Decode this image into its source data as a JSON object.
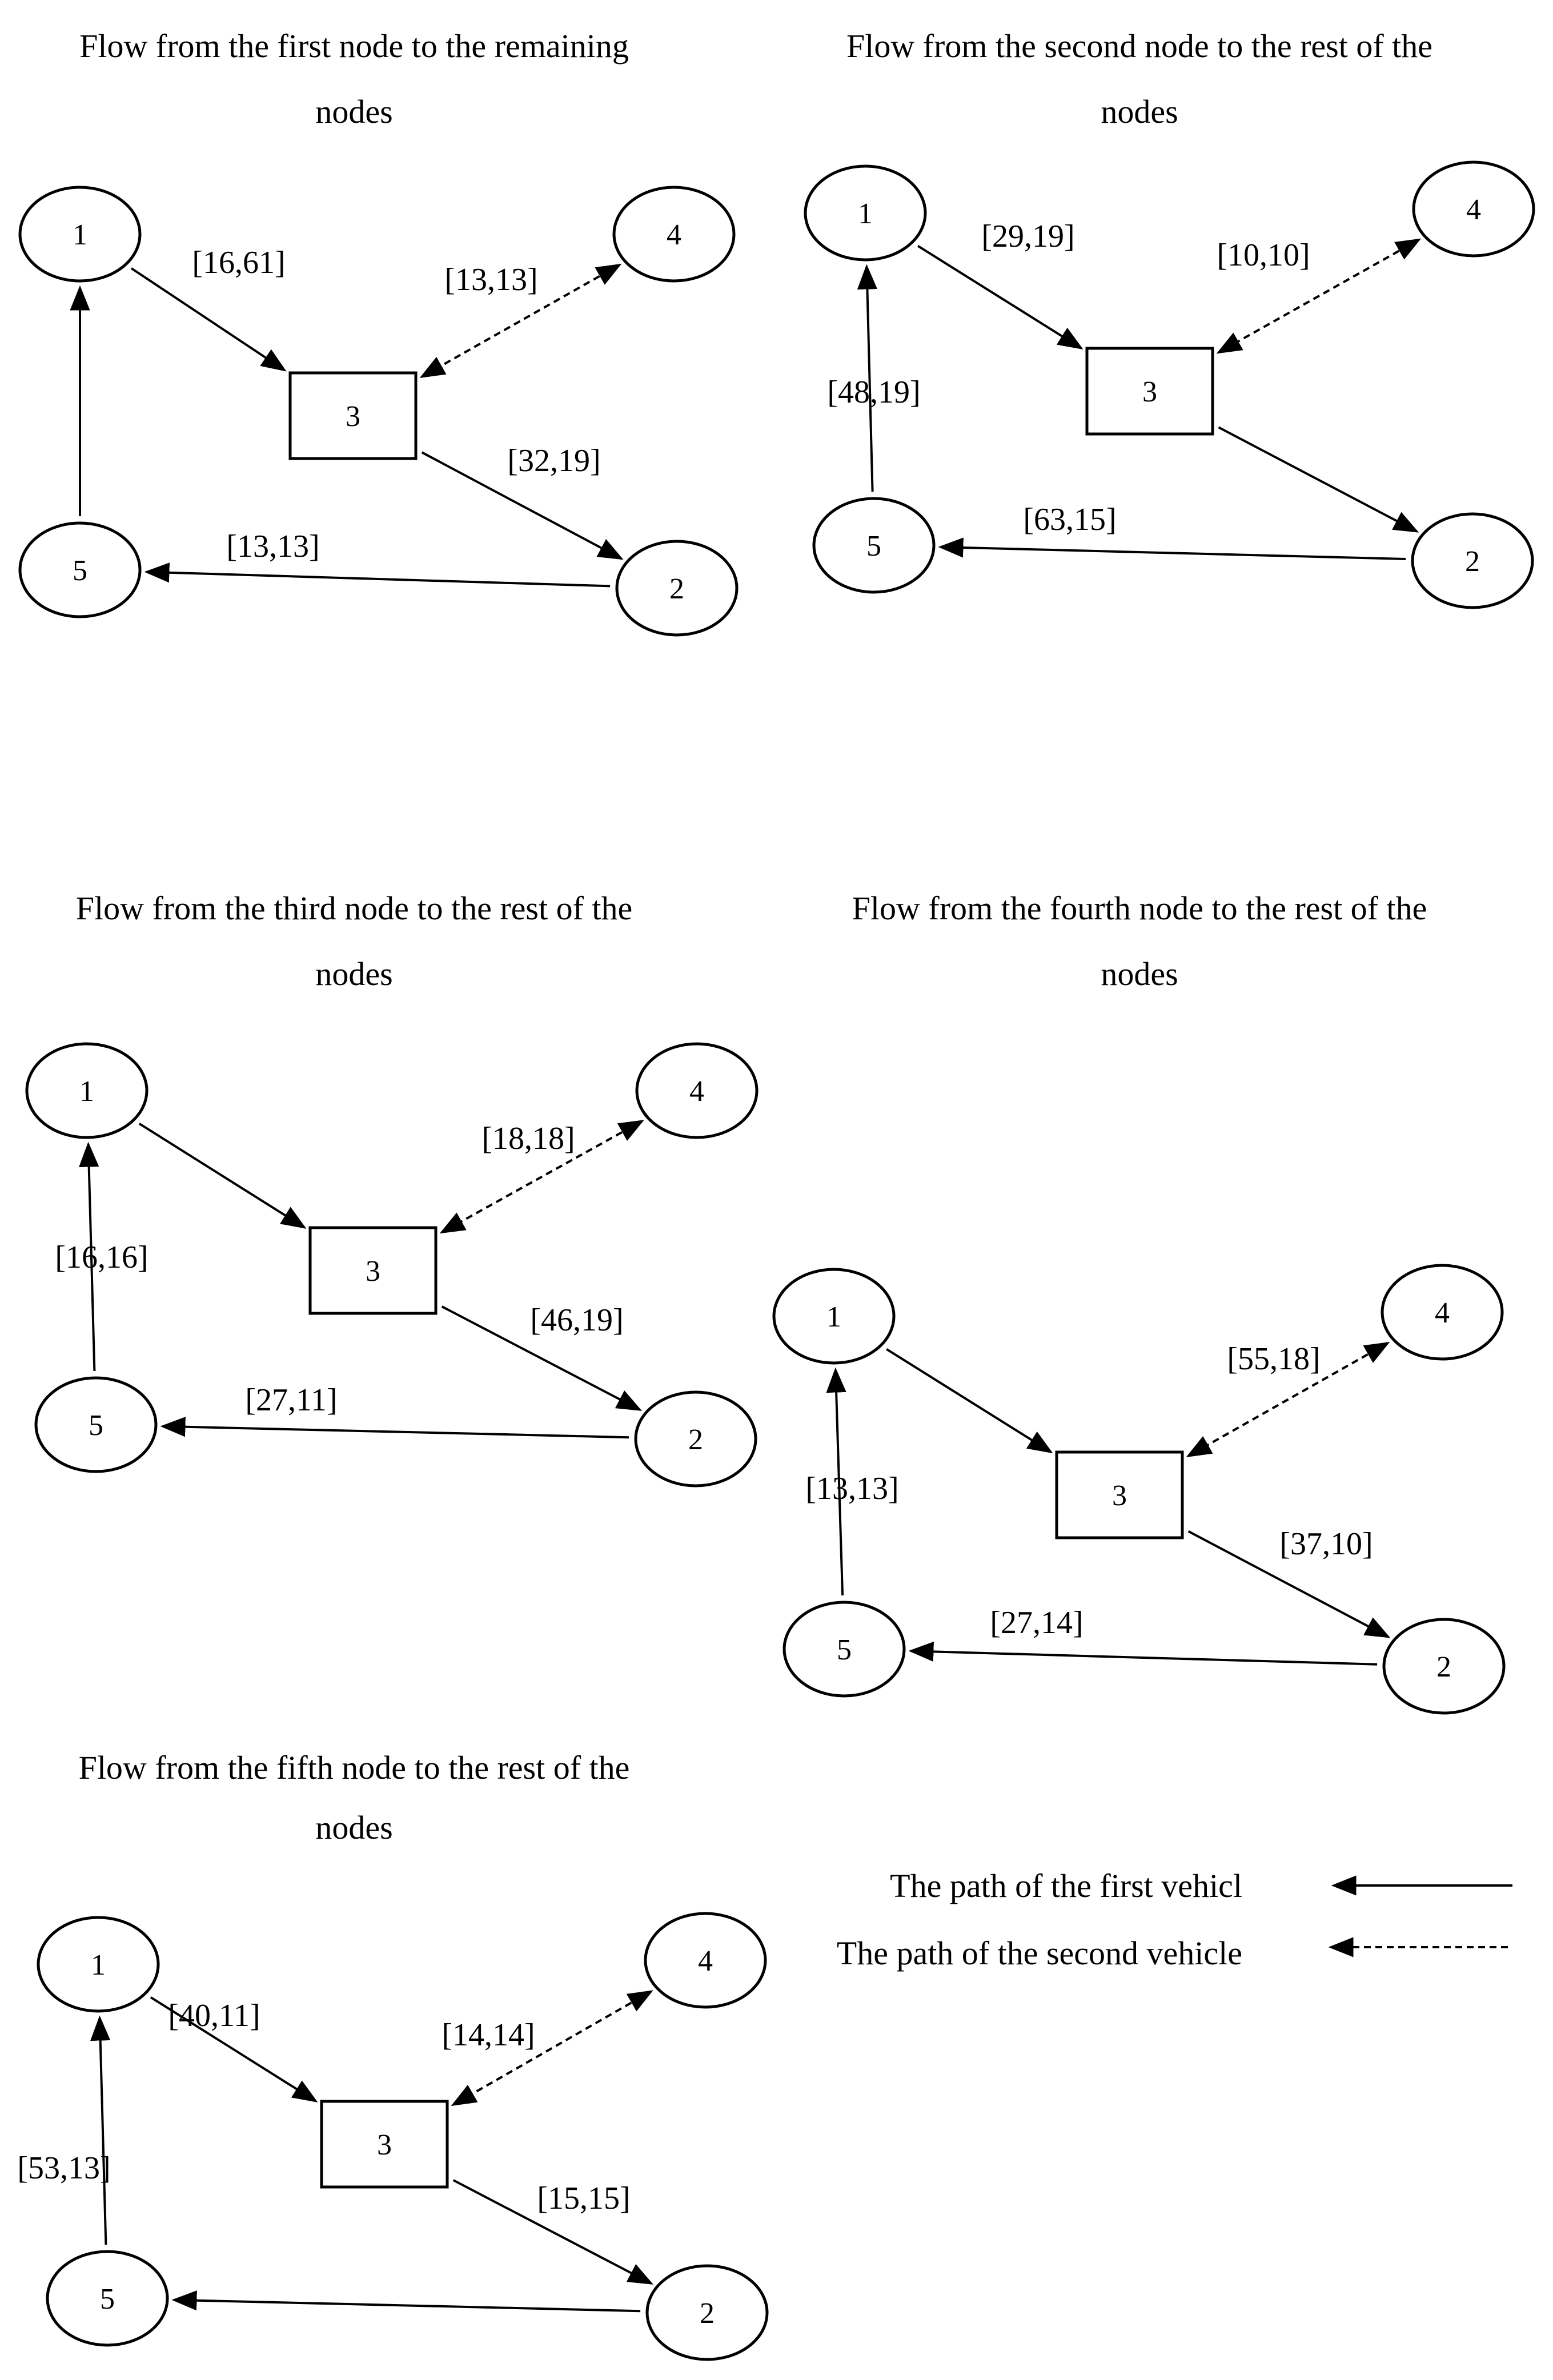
{
  "panels": [
    {
      "title_lines": [
        "Flow from the first node to the remaining",
        "nodes"
      ],
      "edges": [
        {
          "from": "1",
          "to": "3",
          "label": "[16,61]",
          "style": "solid"
        },
        {
          "from": "4",
          "to": "3",
          "label": "[13,13]",
          "style": "dashed",
          "bidirectional": true
        },
        {
          "from": "3",
          "to": "2",
          "label": "[32,19]",
          "style": "solid"
        },
        {
          "from": "2",
          "to": "5",
          "label": "[13,13]",
          "style": "solid"
        },
        {
          "from": "5",
          "to": "1",
          "label": "",
          "style": "solid"
        }
      ]
    },
    {
      "title_lines": [
        "Flow from the second node to the rest of the",
        "nodes"
      ],
      "edges": [
        {
          "from": "1",
          "to": "3",
          "label": "[29,19]",
          "style": "solid"
        },
        {
          "from": "4",
          "to": "3",
          "label": "[10,10]",
          "style": "dashed",
          "bidirectional": true
        },
        {
          "from": "3",
          "to": "2",
          "label": "",
          "style": "solid"
        },
        {
          "from": "2",
          "to": "5",
          "label": "[63,15]",
          "style": "solid"
        },
        {
          "from": "5",
          "to": "1",
          "label": "[48,19]",
          "style": "solid"
        }
      ]
    },
    {
      "title_lines": [
        "Flow from the third node to the rest of the",
        "nodes"
      ],
      "edges": [
        {
          "from": "1",
          "to": "3",
          "label": "",
          "style": "solid"
        },
        {
          "from": "4",
          "to": "3",
          "label": "[18,18]",
          "style": "dashed",
          "bidirectional": true
        },
        {
          "from": "3",
          "to": "2",
          "label": "[46,19]",
          "style": "solid"
        },
        {
          "from": "2",
          "to": "5",
          "label": "[27,11]",
          "style": "solid"
        },
        {
          "from": "5",
          "to": "1",
          "label": "[16,16]",
          "style": "solid"
        }
      ]
    },
    {
      "title_lines": [
        "Flow from the fourth node to the rest of the",
        "nodes"
      ],
      "edges": [
        {
          "from": "1",
          "to": "3",
          "label": "",
          "style": "solid"
        },
        {
          "from": "4",
          "to": "3",
          "label": "[55,18]",
          "style": "dashed",
          "bidirectional": true
        },
        {
          "from": "3",
          "to": "2",
          "label": "[37,10]",
          "style": "solid"
        },
        {
          "from": "2",
          "to": "5",
          "label": "[27,14]",
          "style": "solid"
        },
        {
          "from": "5",
          "to": "1",
          "label": "[13,13]",
          "style": "solid"
        }
      ]
    },
    {
      "title_lines": [
        "Flow from the fifth node to the rest of the",
        "nodes"
      ],
      "edges": [
        {
          "from": "1",
          "to": "3",
          "label": "[40,11]",
          "style": "solid"
        },
        {
          "from": "4",
          "to": "3",
          "label": "[14,14]",
          "style": "dashed",
          "bidirectional": true
        },
        {
          "from": "3",
          "to": "2",
          "label": "[15,15]",
          "style": "solid"
        },
        {
          "from": "2",
          "to": "5",
          "label": "",
          "style": "solid"
        },
        {
          "from": "5",
          "to": "1",
          "label": "[53,13]",
          "style": "solid"
        }
      ]
    }
  ],
  "node_labels": [
    "1",
    "2",
    "3",
    "4",
    "5"
  ],
  "legend": [
    {
      "label": "The path of the first vehicl",
      "style": "solid"
    },
    {
      "label": "The path of the second vehicle",
      "style": "dashed"
    }
  ]
}
